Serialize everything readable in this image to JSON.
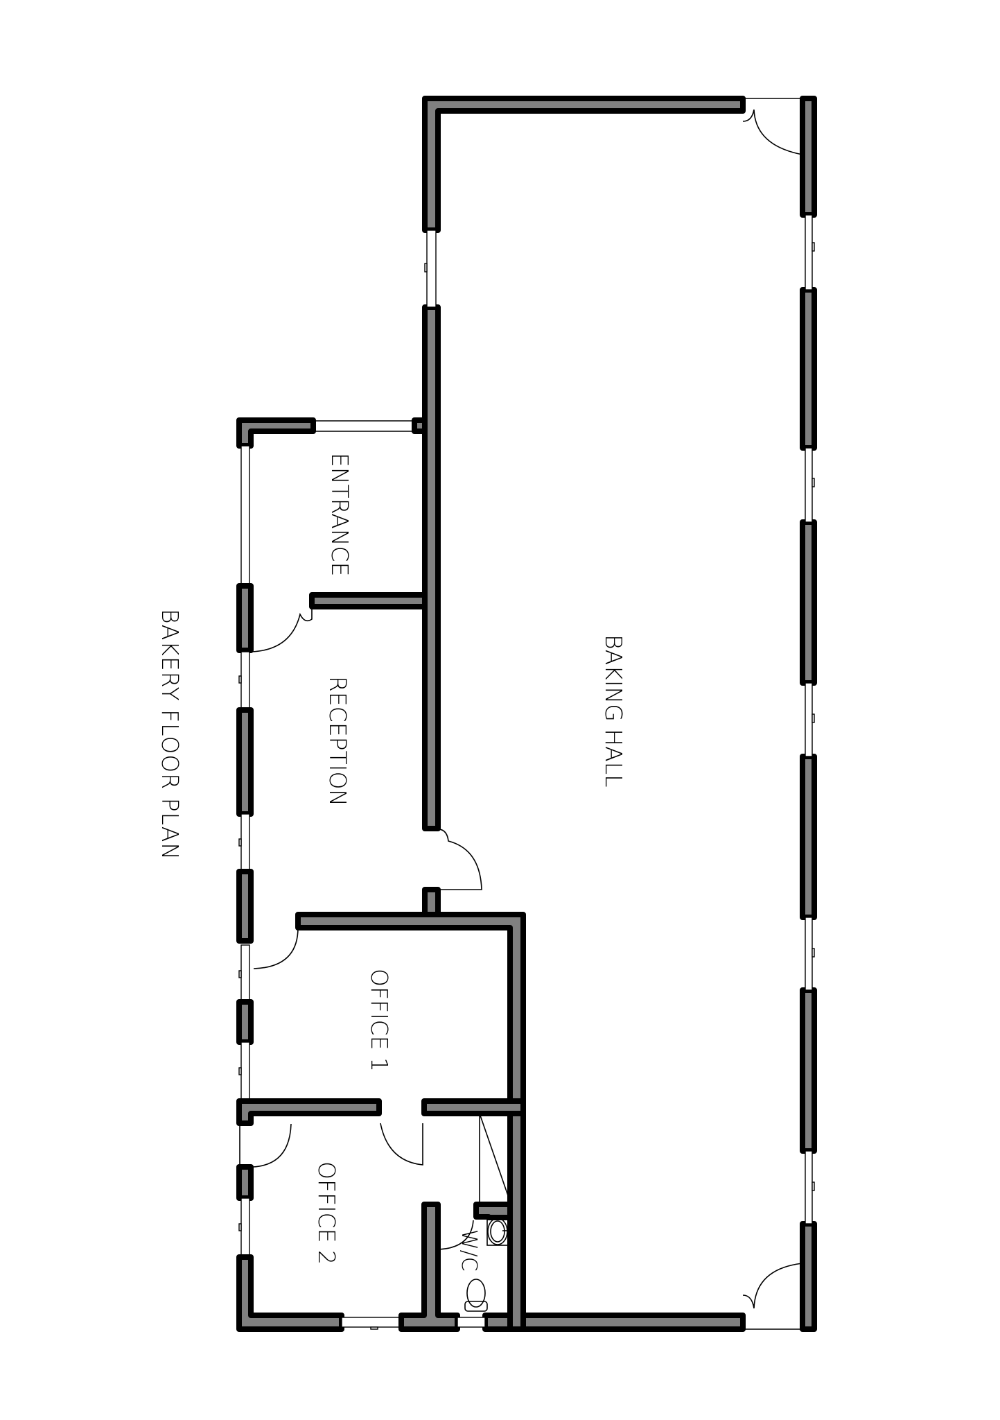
{
  "title": "BAKERY FLOOR PLAN",
  "colors": {
    "wall_fill": "#808080",
    "wall_outline": "#000000",
    "background": "#ffffff"
  },
  "rooms": [
    {
      "id": "baking-hall",
      "label": "BAKING HALL"
    },
    {
      "id": "entrance",
      "label": "ENTRANCE"
    },
    {
      "id": "reception",
      "label": "RECEPTION"
    },
    {
      "id": "office-1",
      "label": "OFFICE 1"
    },
    {
      "id": "office-2",
      "label": "OFFICE 2"
    },
    {
      "id": "wc",
      "label": "W/C"
    }
  ],
  "fixtures": [
    {
      "id": "wc-sink",
      "type": "sink-icon"
    },
    {
      "id": "wc-toilet",
      "type": "toilet-icon"
    }
  ],
  "text_orientation": "rotated 90deg clockwise"
}
